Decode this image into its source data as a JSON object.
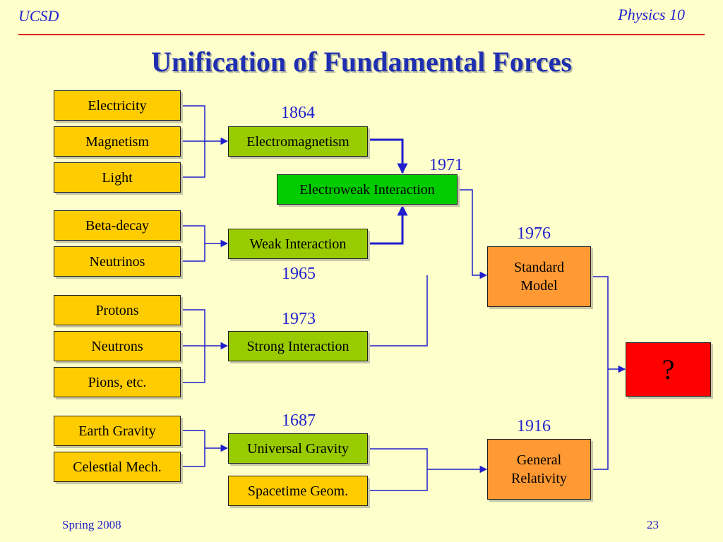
{
  "header": {
    "org": "UCSD",
    "course": "Physics 10"
  },
  "title": "Unification of Fundamental Forces",
  "footer": {
    "term": "Spring 2008",
    "page": "23"
  },
  "colors": {
    "background": "#FFFFCC",
    "source": "#FFCC00",
    "intermediate": "#99CC00",
    "electroweak": "#00CC00",
    "theory": "#FF9933",
    "unknown": "#FF0000",
    "link": "#1F1FCC"
  },
  "diagram": {
    "sources": {
      "electricity": "Electricity",
      "magnetism": "Magnetism",
      "light": "Light",
      "beta_decay": "Beta-decay",
      "neutrinos": "Neutrinos",
      "protons": "Protons",
      "neutrons": "Neutrons",
      "pions": "Pions, etc.",
      "earth_gravity": "Earth Gravity",
      "celestial_mech": "Celestial Mech."
    },
    "intermediate": {
      "electromagnetism": "Electromagnetism",
      "weak": "Weak Interaction",
      "strong": "Strong Interaction",
      "gravity": "Universal Gravity",
      "spacetime": "Spacetime Geom."
    },
    "electroweak": "Electroweak Interaction",
    "standard_model": "Standard Model",
    "general_relativity": "General Relativity",
    "unknown": "?",
    "years": {
      "electromagnetism": "1864",
      "electroweak": "1971",
      "standard_model": "1976",
      "weak": "1965",
      "strong": "1973",
      "gravity": "1687",
      "general_relativity": "1916"
    }
  }
}
